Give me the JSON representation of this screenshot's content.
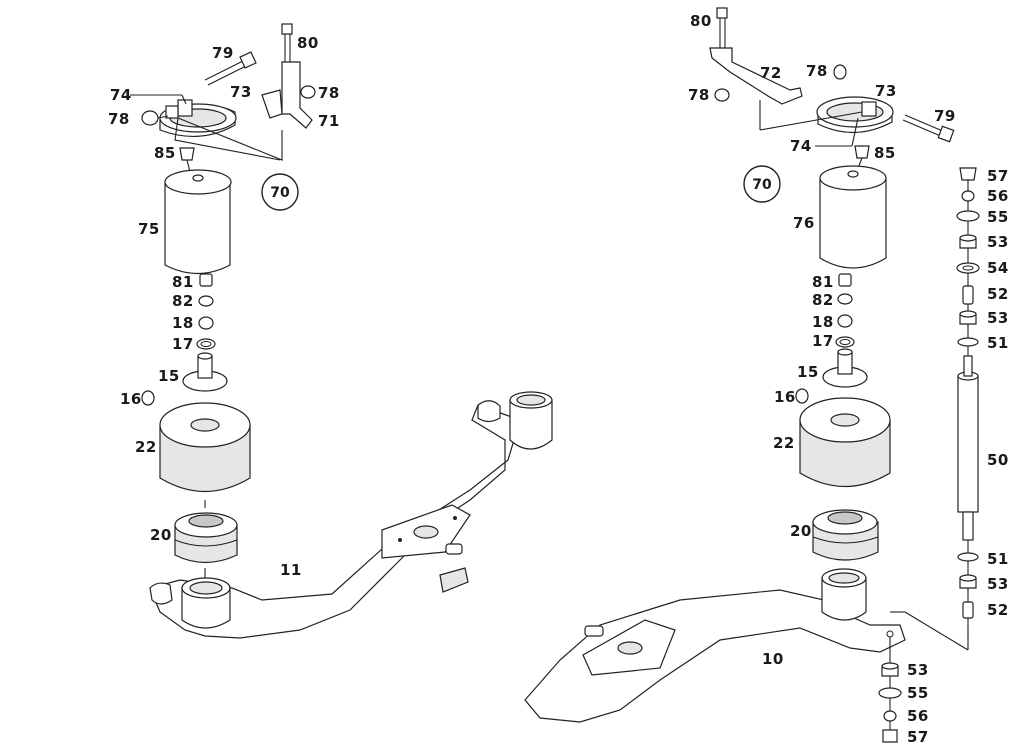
{
  "left_assembly": {
    "callout": "70",
    "labels": {
      "p79": "79",
      "p80": "80",
      "p74": "74",
      "p73": "73",
      "p78a": "78",
      "p78b": "78",
      "p71": "71",
      "p85": "85",
      "p75": "75",
      "p81": "81",
      "p82": "82",
      "p18": "18",
      "p17": "17",
      "p15": "15",
      "p16": "16",
      "p22": "22",
      "p20": "20",
      "p11": "11"
    }
  },
  "right_assembly": {
    "callout": "70",
    "labels": {
      "p80": "80",
      "p72": "72",
      "p78a": "78",
      "p78b": "78",
      "p73": "73",
      "p79": "79",
      "p74": "74",
      "p85": "85",
      "p76": "76",
      "p81": "81",
      "p82": "82",
      "p18": "18",
      "p17": "17",
      "p15": "15",
      "p16": "16",
      "p22": "22",
      "p20": "20",
      "p10": "10"
    }
  },
  "shock_stack": {
    "labels": {
      "p57a": "57",
      "p56a": "56",
      "p55a": "55",
      "p53a": "53",
      "p54": "54",
      "p52a": "52",
      "p53b": "53",
      "p51a": "51",
      "p50": "50",
      "p51b": "51",
      "p53c": "53",
      "p52b": "52",
      "p53d": "53",
      "p55b": "55",
      "p56b": "56",
      "p57b": "57"
    }
  }
}
